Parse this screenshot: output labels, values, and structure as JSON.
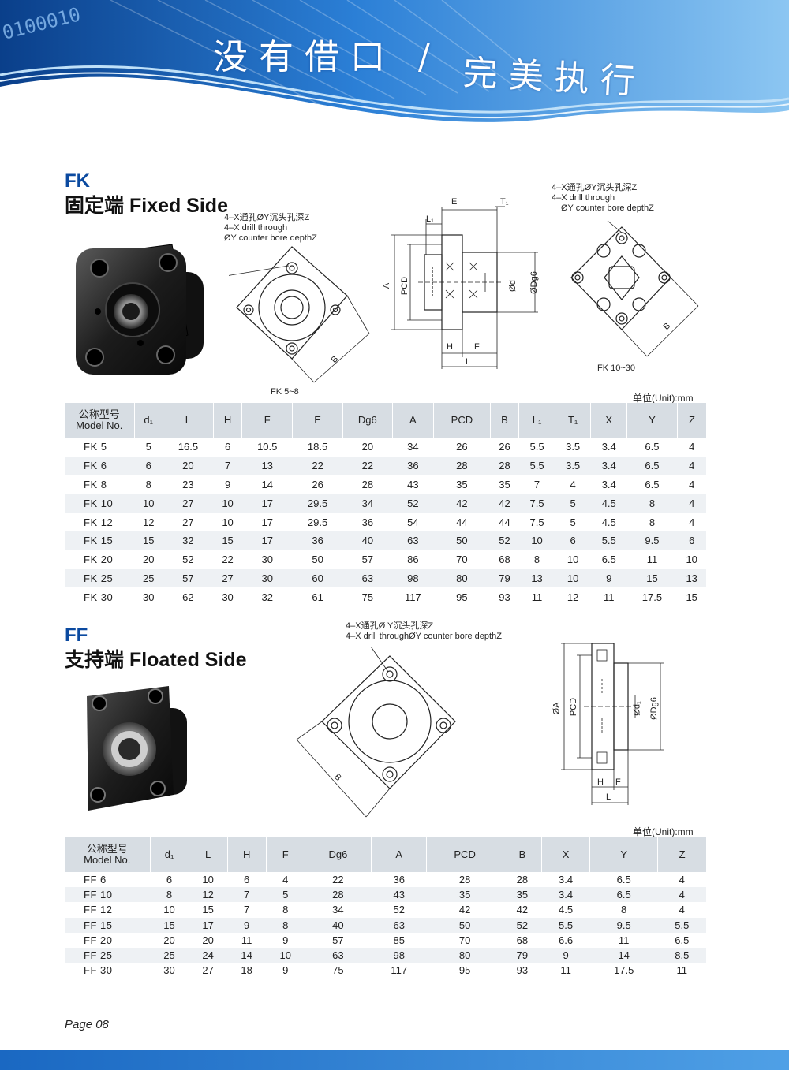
{
  "banner": {
    "slogan_part1": "没有借口",
    "slogan_sep": "/",
    "slogan_part2": "完美执行",
    "binary_deco": "0100010"
  },
  "fk": {
    "code": "FK",
    "title": "固定端 Fixed Side",
    "label_drill": [
      "4–X通孔ØY沉头孔深Z",
      "4–X drill through",
      "ØY counter bore depthZ"
    ],
    "label_drill_right": [
      "4–X通孔ØY沉头孔深Z",
      "4–X drill through",
      "ØY counter bore depthZ"
    ],
    "caption_left": "FK 5~8",
    "caption_right": "FK 10~30",
    "dims": {
      "E": "E",
      "T1": "T₁",
      "L1": "L₁",
      "A": "A",
      "PCD": "PCD",
      "d": "Ød",
      "Dg6": "ØDg6",
      "H": "H",
      "F": "F",
      "L": "L",
      "B": "B"
    },
    "unit": "单位(Unit):mm",
    "header_model_cn": "公称型号",
    "header_model_en": "Model  No.",
    "columns": [
      "d₁",
      "L",
      "H",
      "F",
      "E",
      "Dg6",
      "A",
      "PCD",
      "B",
      "L₁",
      "T₁",
      "X",
      "Y",
      "Z"
    ],
    "rows": [
      [
        "FK 5",
        "5",
        "16.5",
        "6",
        "10.5",
        "18.5",
        "20",
        "34",
        "26",
        "26",
        "5.5",
        "3.5",
        "3.4",
        "6.5",
        "4"
      ],
      [
        "FK 6",
        "6",
        "20",
        "7",
        "13",
        "22",
        "22",
        "36",
        "28",
        "28",
        "5.5",
        "3.5",
        "3.4",
        "6.5",
        "4"
      ],
      [
        "FK 8",
        "8",
        "23",
        "9",
        "14",
        "26",
        "28",
        "43",
        "35",
        "35",
        "7",
        "4",
        "3.4",
        "6.5",
        "4"
      ],
      [
        "FK 10",
        "10",
        "27",
        "10",
        "17",
        "29.5",
        "34",
        "52",
        "42",
        "42",
        "7.5",
        "5",
        "4.5",
        "8",
        "4"
      ],
      [
        "FK 12",
        "12",
        "27",
        "10",
        "17",
        "29.5",
        "36",
        "54",
        "44",
        "44",
        "7.5",
        "5",
        "4.5",
        "8",
        "4"
      ],
      [
        "FK 15",
        "15",
        "32",
        "15",
        "17",
        "36",
        "40",
        "63",
        "50",
        "52",
        "10",
        "6",
        "5.5",
        "9.5",
        "6"
      ],
      [
        "FK 20",
        "20",
        "52",
        "22",
        "30",
        "50",
        "57",
        "86",
        "70",
        "68",
        "8",
        "10",
        "6.5",
        "11",
        "10"
      ],
      [
        "FK 25",
        "25",
        "57",
        "27",
        "30",
        "60",
        "63",
        "98",
        "80",
        "79",
        "13",
        "10",
        "9",
        "15",
        "13"
      ],
      [
        "FK 30",
        "30",
        "62",
        "30",
        "32",
        "61",
        "75",
        "117",
        "95",
        "93",
        "11",
        "12",
        "11",
        "17.5",
        "15"
      ]
    ]
  },
  "ff": {
    "code": "FF",
    "title": "支持端 Floated Side",
    "label_drill": [
      "4–X通孔Ø Y沉头孔深Z",
      "4–X drill throughØY counter bore depthZ"
    ],
    "dims": {
      "A": "ØA",
      "PCD": "PCD",
      "d1": "Ød₁",
      "Dg6": "ØDg6",
      "H": "H",
      "F": "F",
      "L": "L",
      "B": "B"
    },
    "unit": "单位(Unit):mm",
    "header_model_cn": "公称型号",
    "header_model_en": "Model  No.",
    "columns": [
      "d₁",
      "L",
      "H",
      "F",
      "Dg6",
      "A",
      "PCD",
      "B",
      "X",
      "Y",
      "Z"
    ],
    "rows": [
      [
        "FF 6",
        "6",
        "10",
        "6",
        "4",
        "22",
        "36",
        "28",
        "28",
        "3.4",
        "6.5",
        "4"
      ],
      [
        "FF 10",
        "8",
        "12",
        "7",
        "5",
        "28",
        "43",
        "35",
        "35",
        "3.4",
        "6.5",
        "4"
      ],
      [
        "FF 12",
        "10",
        "15",
        "7",
        "8",
        "34",
        "52",
        "42",
        "42",
        "4.5",
        "8",
        "4"
      ],
      [
        "FF 15",
        "15",
        "17",
        "9",
        "8",
        "40",
        "63",
        "50",
        "52",
        "5.5",
        "9.5",
        "5.5"
      ],
      [
        "FF 20",
        "20",
        "20",
        "11",
        "9",
        "57",
        "85",
        "70",
        "68",
        "6.6",
        "11",
        "6.5"
      ],
      [
        "FF 25",
        "25",
        "24",
        "14",
        "10",
        "63",
        "98",
        "80",
        "79",
        "9",
        "14",
        "8.5"
      ],
      [
        "FF 30",
        "30",
        "27",
        "18",
        "9",
        "75",
        "117",
        "95",
        "93",
        "11",
        "17.5",
        "11"
      ]
    ]
  },
  "footer": {
    "page": "Page 08"
  },
  "colors": {
    "brand_blue": "#0b4aa0",
    "header_gray": "#d7dde3",
    "row_alt": "#eef1f4"
  }
}
